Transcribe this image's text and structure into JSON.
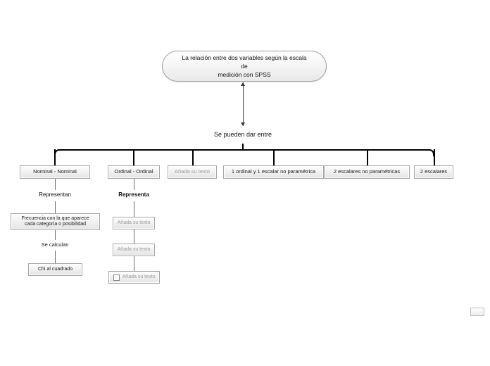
{
  "diagram": {
    "background_color": "#ffffff",
    "root": {
      "label": "La relación entre dos variables según la escala de\nmedición con SPSS",
      "line1": "La relación entre dos variables según la escala",
      "line2": "de",
      "line3": "medición con SPSS"
    },
    "connector_label": "Se pueden dar entre",
    "branches": [
      {
        "label": "Nominal - Nominal",
        "is_placeholder": false
      },
      {
        "label": "Ordinal - Ordinal",
        "is_placeholder": false
      },
      {
        "label": "Añada su texto",
        "is_placeholder": true
      },
      {
        "label": "1 ordinal y 1 escalar no paramétrica",
        "is_placeholder": false
      },
      {
        "label": "2 escalares no paramétricas",
        "is_placeholder": false
      },
      {
        "label": "2 escalares",
        "is_placeholder": false
      }
    ],
    "branch1_chain": {
      "link_label_1": "Representan",
      "node_1": "Frecuencia con la que aparece\ncada categoría o posibilidad",
      "node_1_line1": "Frecuencia con la que aparece",
      "node_1_line2": "cada categoría o posibilidad",
      "link_label_2": "Se calculan",
      "node_2": "Chi al cuadrado"
    },
    "branch2_chain": {
      "link_label_1": "Representa",
      "node_1": "Añada su texto",
      "node_2": "Añada su texto",
      "node_3": "Añada su texto",
      "node_3_has_checkbox": true
    },
    "colors": {
      "node_border": "#a6a6a6",
      "node_fill_top": "#fefefe",
      "node_fill_bottom": "#e4e4e4",
      "connector": "#000000",
      "placeholder_text": "#9a9a9a",
      "text": "#111111"
    }
  }
}
